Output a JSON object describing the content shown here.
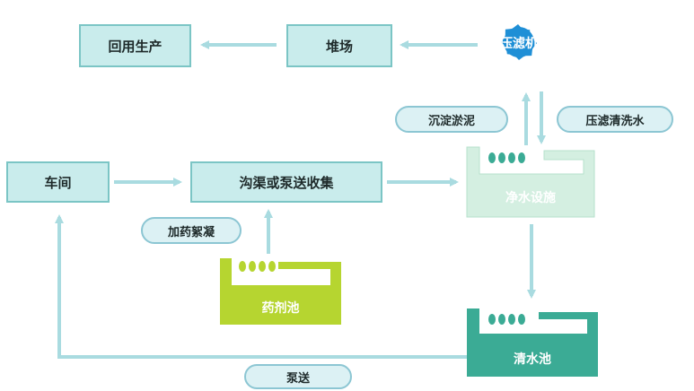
{
  "boxes": {
    "reuse": "回用生产",
    "yard": "堆场",
    "workshop": "车间",
    "collection": "沟渠或泵送收集"
  },
  "filter_press": "压滤机",
  "tanks": {
    "purification": "净水设施",
    "chemical": "药剂池",
    "clear_water": "清水池"
  },
  "pills": {
    "settled_sludge": "沉淀淤泥",
    "press_wash_water": "压滤清洗水",
    "dosing": "加药絮凝",
    "pumping": "泵送"
  },
  "colors": {
    "box_fill": "#c9ecec",
    "box_border": "#7bc5c5",
    "arrow": "#a9dbe0",
    "filter_press": "#1f8fd6",
    "purification_tank": "#d4efe1",
    "chemical_tank": "#b6d530",
    "clear_water_tank": "#3bab95"
  }
}
